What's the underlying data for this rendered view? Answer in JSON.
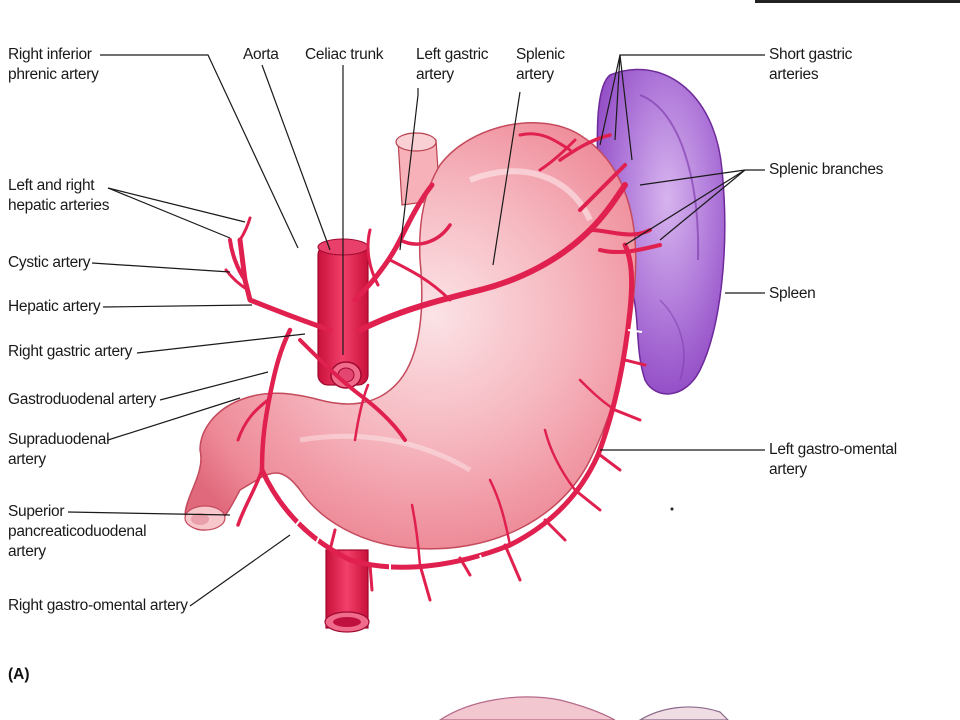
{
  "panel_letter": "(A)",
  "labels": {
    "right_inferior_phrenic_artery": [
      "Right inferior",
      "phrenic artery"
    ],
    "aorta": [
      "Aorta"
    ],
    "celiac_trunk": [
      "Celiac trunk"
    ],
    "left_gastric_artery": [
      "Left gastric",
      "artery"
    ],
    "splenic_artery": [
      "Splenic",
      "artery"
    ],
    "short_gastric_arteries": [
      "Short gastric",
      "arteries"
    ],
    "left_and_right_hepatic_arteries": [
      "Left and right",
      "hepatic arteries"
    ],
    "splenic_branches": [
      "Splenic branches"
    ],
    "cystic_artery": [
      "Cystic artery"
    ],
    "hepatic_artery": [
      "Hepatic artery"
    ],
    "spleen": [
      "Spleen"
    ],
    "right_gastric_artery": [
      "Right gastric artery"
    ],
    "gastroduodenal_artery": [
      "Gastroduodenal artery"
    ],
    "supraduodenal_artery": [
      "Supraduodenal",
      "artery"
    ],
    "left_gastro_omental_artery": [
      "Left gastro-omental",
      "artery"
    ],
    "superior_pancreaticoduodenal_artery": [
      "Superior",
      "pancreaticoduodenal",
      "artery"
    ],
    "right_gastro_omental_artery": [
      "Right gastro-omental artery"
    ]
  },
  "colors": {
    "stomach": "#f6b2b8",
    "stomach_dark": "#e8707e",
    "artery": "#e0204e",
    "spleen": "#9b4fc8",
    "spleen_light": "#c89ae6",
    "leader_line": "#1a1a1a"
  }
}
